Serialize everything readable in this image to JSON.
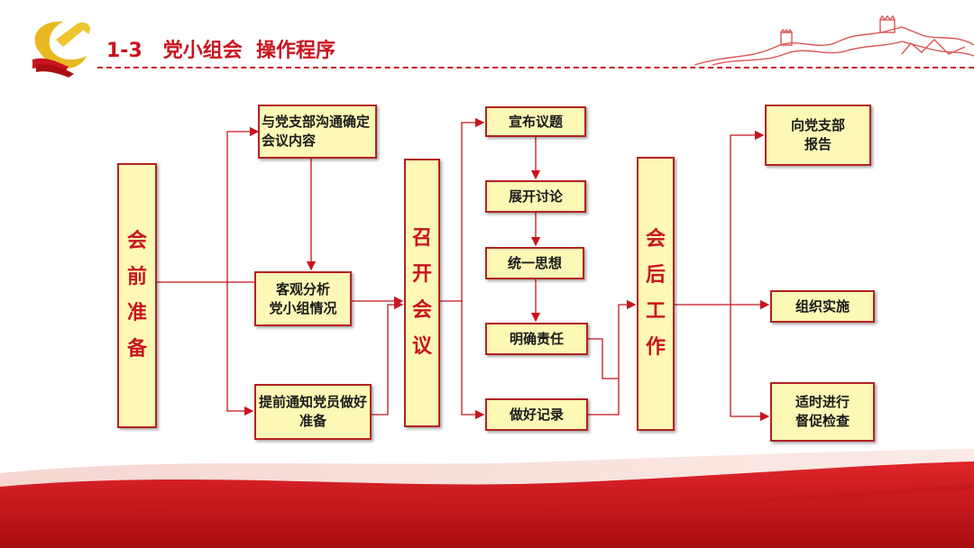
{
  "header": {
    "title": "1-3   党小组会  操作程序"
  },
  "colors": {
    "accent": "#c8141e",
    "box_fill": "#fdf8b5",
    "box_border": "#b22222"
  },
  "stages": {
    "prep": "会前准备",
    "meeting": "召开会议",
    "after": "会后工作"
  },
  "prep_steps": {
    "communicate": "与党支部沟通确定会议内容",
    "analyze": "客观分析\n党小组情况",
    "notify": "提前通知党员做好准备"
  },
  "meeting_steps": {
    "announce": "宣布议题",
    "discuss": "展开讨论",
    "unify": "统一思想",
    "responsibility": "明确责任",
    "record": "做好记录"
  },
  "after_steps": {
    "report": "向党支部\n报告",
    "implement": "组织实施",
    "supervise": "适时进行\n督促检查"
  }
}
